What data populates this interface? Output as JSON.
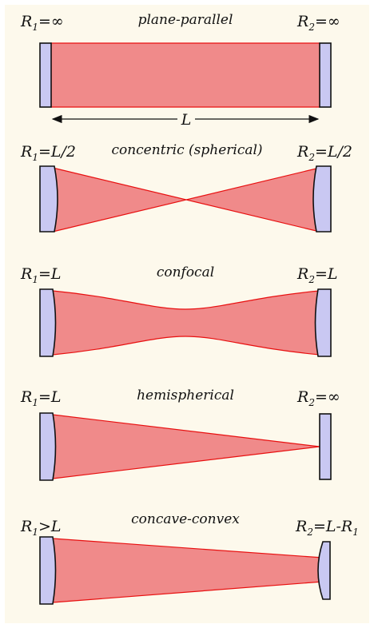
{
  "colors": {
    "background": "#fdf9ec",
    "beam_fill": "#f08a8a",
    "beam_stroke": "#e81010",
    "mirror_fill": "#c9c8f2",
    "mirror_stroke": "#111111"
  },
  "panels": [
    {
      "title": "plane-parallel",
      "left_label": {
        "main": "R",
        "sub": "1",
        "rest": "=∞"
      },
      "right_label": {
        "main": "R",
        "sub": "2",
        "rest": "=∞"
      }
    },
    {
      "title": "concentric (spherical)",
      "left_label": {
        "main": "R",
        "sub": "1",
        "rest": "=L/2"
      },
      "right_label": {
        "main": "R",
        "sub": "2",
        "rest": "=L/2"
      }
    },
    {
      "title": "confocal",
      "left_label": {
        "main": "R",
        "sub": "1",
        "rest": "=L"
      },
      "right_label": {
        "main": "R",
        "sub": "2",
        "rest": "=L"
      }
    },
    {
      "title": "hemispherical",
      "left_label": {
        "main": "R",
        "sub": "1",
        "rest": "=L"
      },
      "right_label": {
        "main": "R",
        "sub": "2",
        "rest": "=∞"
      }
    },
    {
      "title": "concave-convex",
      "left_label": {
        "main": "R",
        "sub": "1",
        "rest": ">L"
      },
      "right_label": {
        "main": "R",
        "sub": "2",
        "rest": "=L-R",
        "sub2": "1"
      }
    }
  ],
  "length_label": "L"
}
